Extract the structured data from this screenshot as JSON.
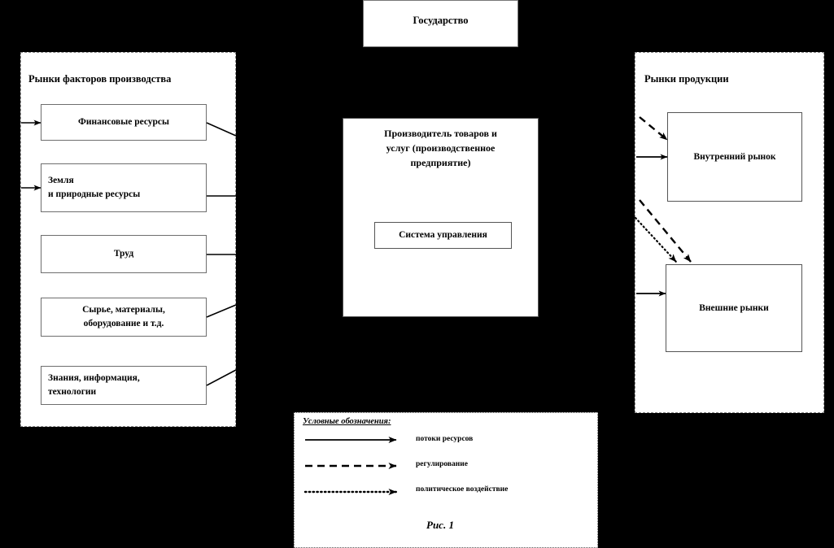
{
  "figure": {
    "caption": "Рис. 1"
  },
  "state_box": {
    "label": "Государство"
  },
  "left_panel": {
    "title": "Рынки факторов производства",
    "boxes": [
      {
        "label": "Финансовые ресурсы",
        "align": "center"
      },
      {
        "label": "Земля\nи природные ресурсы",
        "line1": "Земля",
        "line2": "и природные ресурсы",
        "align": "left"
      },
      {
        "label": "Труд",
        "align": "center"
      },
      {
        "label": "Сырье, материалы,\nоборудование и т.д.",
        "line1": "Сырье, материалы,",
        "line2": "оборудование и т.д.",
        "align": "center"
      },
      {
        "label": "Знания, информация,\nтехнологии",
        "line1": "Знания, информация,",
        "line2": "технологии",
        "align": "left"
      }
    ]
  },
  "center": {
    "title_line1": "Производитель  товаров  и",
    "title_line2": "услуг  (производственное",
    "title_line3": "предприятие)",
    "inner_box_label": "Система управления"
  },
  "right_panel": {
    "title": "Рынки продукции",
    "boxes": [
      {
        "label": "Внутренний рынок"
      },
      {
        "label": "Внешние рынки"
      }
    ]
  },
  "legend": {
    "title": "Условные обозначения:",
    "entries": [
      {
        "style": "solid",
        "label": "потоки ресурсов"
      },
      {
        "style": "dashed",
        "label": "регулирование"
      },
      {
        "style": "dotted",
        "label": "политическое воздействие"
      }
    ]
  },
  "colors": {
    "background": "#000000",
    "surface": "#ffffff",
    "line": "#000000",
    "panel_border": "#888888"
  }
}
